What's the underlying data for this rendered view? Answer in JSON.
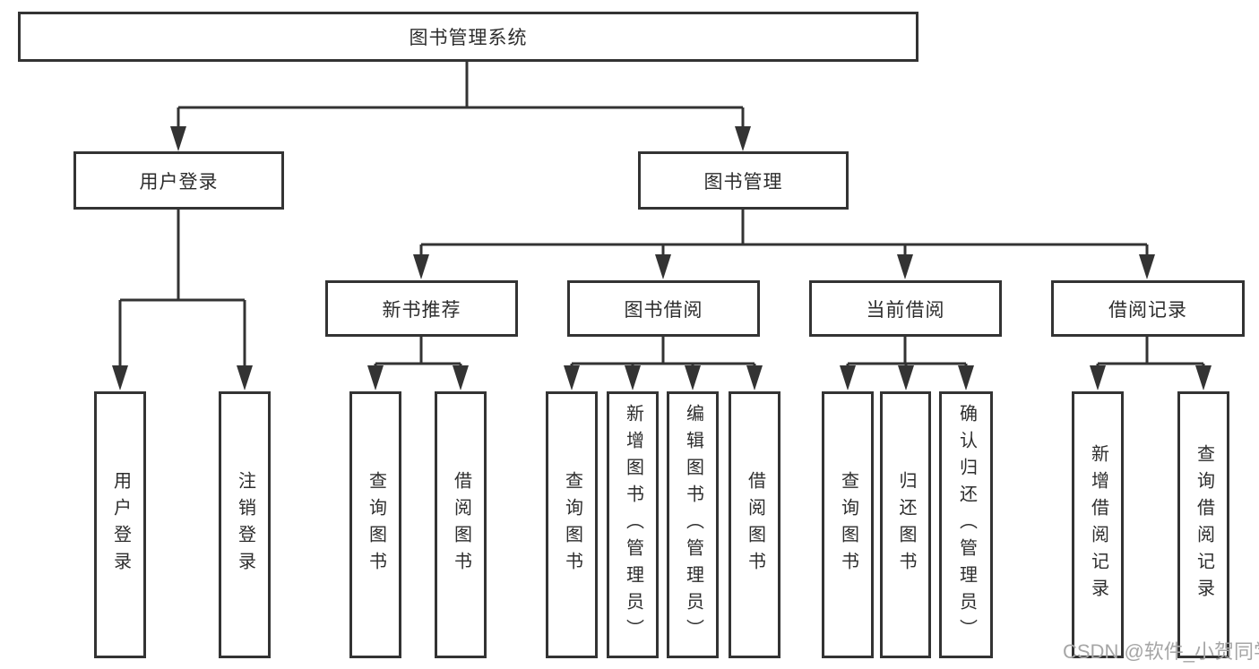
{
  "diagram_type": "hierarchy",
  "tree": {
    "label": "图书管理系统",
    "children": [
      {
        "label": "用户登录",
        "children": [
          {
            "label": "用户登录"
          },
          {
            "label": "注销登录"
          }
        ]
      },
      {
        "label": "图书管理",
        "children": [
          {
            "label": "新书推荐",
            "children": [
              {
                "label": "查询图书"
              },
              {
                "label": "借阅图书"
              }
            ]
          },
          {
            "label": "图书借阅",
            "children": [
              {
                "label": "查询图书"
              },
              {
                "label": "新增图书（管理员）"
              },
              {
                "label": "编辑图书（管理员）"
              },
              {
                "label": "借阅图书"
              }
            ]
          },
          {
            "label": "当前借阅",
            "children": [
              {
                "label": "查询图书"
              },
              {
                "label": "归还图书"
              },
              {
                "label": "确认归还（管理员）"
              }
            ]
          },
          {
            "label": "借阅记录",
            "children": [
              {
                "label": "新增借阅记录"
              },
              {
                "label": "查询借阅记录"
              }
            ]
          }
        ]
      }
    ]
  },
  "watermark": {
    "text": "CSDN @软件_小贺同学"
  },
  "colors": {
    "line": "#333333",
    "text": "#2d2d2d",
    "watermark": "#a6a6a6",
    "background": "#ffffff"
  }
}
